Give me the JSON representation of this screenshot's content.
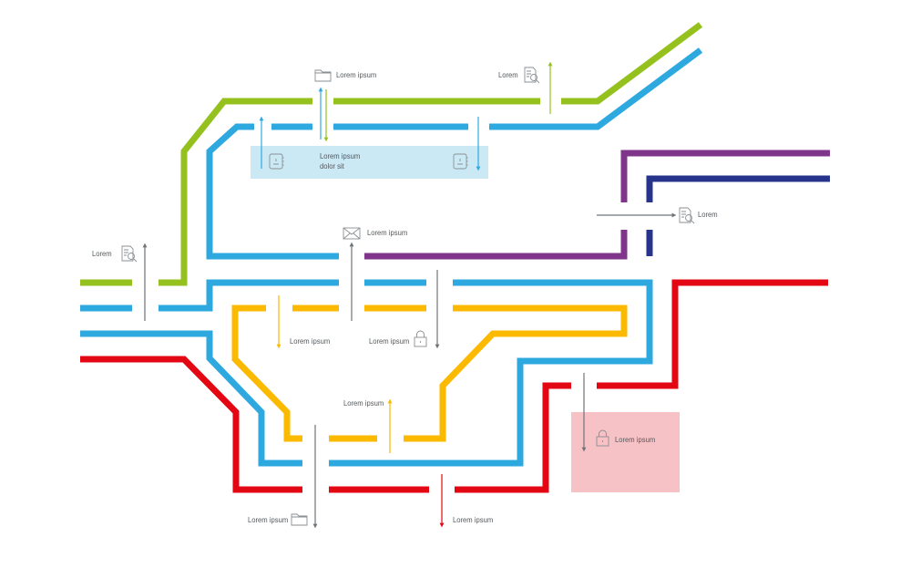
{
  "colors": {
    "green": "#95c11f",
    "blue": "#2ea9e0",
    "purple": "#7f3589",
    "navy": "#27348b",
    "red": "#e30613",
    "yellow": "#fbb900",
    "arrow_gray": "#6e7478",
    "icon_gray": "#8a8f93",
    "box_blue": "#cbe8f5",
    "box_pink": "#f6c2c6"
  },
  "labels": {
    "folder_top": "Lorem ipsum",
    "search_top": "Lorem",
    "box_blue_line1": "Lorem ipsum",
    "box_blue_line2": "dolor sit",
    "search_left": "Lorem",
    "search_right": "Lorem",
    "mail": "Lorem ipsum",
    "yellow_down": "Lorem ipsum",
    "lock_mid": "Lorem ipsum",
    "yellow_up": "Lorem ipsum",
    "lock_pink": "Lorem ipsum",
    "folder_bottom": "Lorem ipsum",
    "red_down": "Lorem ipsum"
  },
  "icons": {
    "folder_top": "folder-icon",
    "search_top": "document-search-icon",
    "contact_left": "contact-book-icon",
    "contact_right": "contact-book-icon",
    "search_left": "document-search-icon",
    "search_right": "document-search-icon",
    "mail": "envelope-icon",
    "lock_mid": "lock-icon",
    "lock_pink": "lock-icon",
    "folder_bottom": "folder-icon"
  }
}
